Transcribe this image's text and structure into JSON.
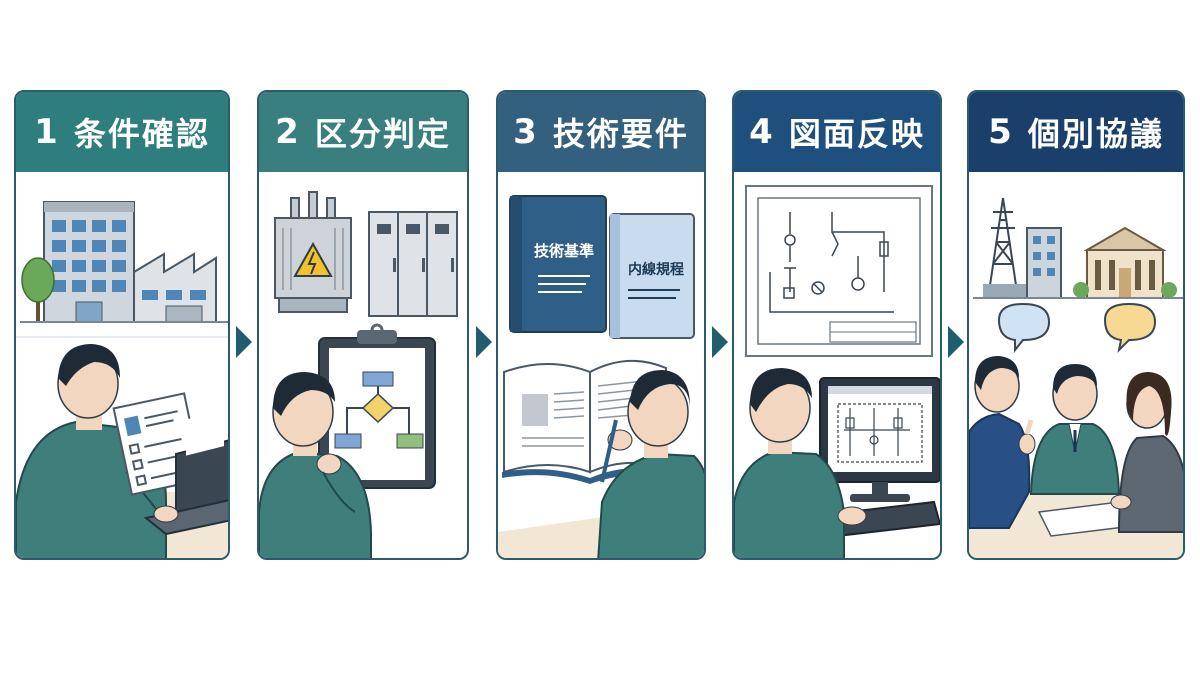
{
  "steps": [
    {
      "number": "1",
      "title": "条件確認",
      "header_color": "#2f7e7e",
      "icon": "building-factory-checklist"
    },
    {
      "number": "2",
      "title": "区分判定",
      "header_color": "#3a7f80",
      "icon": "transformer-switchgear-flowchart"
    },
    {
      "number": "3",
      "title": "技術要件",
      "header_color": "#33607f",
      "icon": "technical-books"
    },
    {
      "number": "4",
      "title": "図面反映",
      "header_color": "#1f4f7c",
      "icon": "circuit-drawing-monitor"
    },
    {
      "number": "5",
      "title": "個別協議",
      "header_color": "#1a3f6b",
      "icon": "meeting-consultation"
    }
  ],
  "books": {
    "book1": "技術基準",
    "book2": "内線規程"
  },
  "colors": {
    "arrow": "#1f5e6e",
    "border": "#2d5b6e",
    "shirt": "#3e7f7c",
    "hair": "#1e2a36",
    "skin": "#f3d6bf"
  }
}
